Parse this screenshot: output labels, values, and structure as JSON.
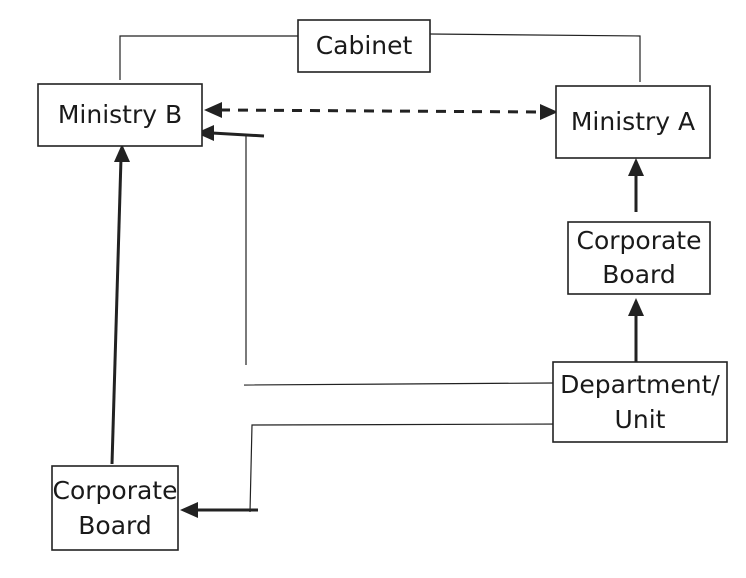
{
  "nodes": {
    "cabinet": {
      "label": "Cabinet"
    },
    "ministry_b": {
      "label": "Ministry B"
    },
    "ministry_a": {
      "label": "Ministry A"
    },
    "corporate_board_right": {
      "lines": [
        "Corporate",
        "Board"
      ]
    },
    "department_unit": {
      "lines": [
        "Department/",
        "Unit"
      ]
    },
    "corporate_board_left": {
      "lines": [
        "Corporate",
        "Board"
      ]
    }
  },
  "connectors": [
    {
      "from": "ministry_b",
      "to": "cabinet",
      "style": "thin",
      "arrow": "none"
    },
    {
      "from": "ministry_a",
      "to": "cabinet",
      "style": "thin",
      "arrow": "none"
    },
    {
      "from": "ministry_b",
      "to": "ministry_a",
      "style": "dashed",
      "arrow": "both"
    },
    {
      "from": "corporate_board_right",
      "to": "ministry_a",
      "style": "thick",
      "arrow": "end"
    },
    {
      "from": "department_unit",
      "to": "corporate_board_right",
      "style": "thick",
      "arrow": "end"
    },
    {
      "from": "department_unit",
      "to": "ministry_b",
      "style": "thin",
      "arrow": "end"
    },
    {
      "from": "department_unit",
      "to": "corporate_board_left",
      "style": "thin",
      "arrow": "end"
    },
    {
      "from": "corporate_board_left",
      "to": "ministry_b",
      "style": "thick",
      "arrow": "end"
    }
  ]
}
